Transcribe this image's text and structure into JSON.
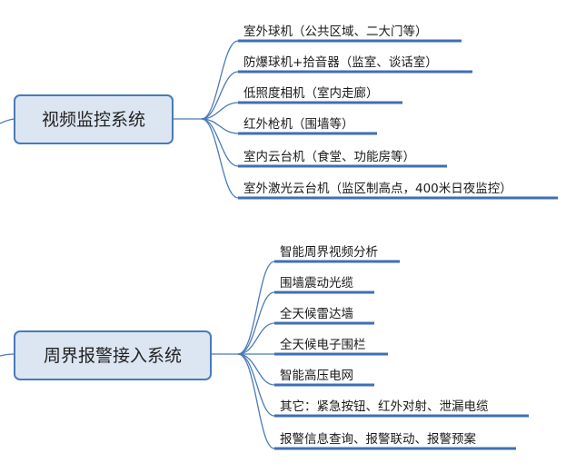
{
  "groups": [
    {
      "title": "视频监控系统",
      "items": [
        "室外球机（公共区域、二大门等）",
        "防爆球机+拾音器（监室、谈话室）",
        "低照度相机（室内走廊）",
        "红外枪机（围墙等）",
        "室内云台机（食堂、功能房等）",
        "室外激光云台机（监区制高点，400米日夜监控）"
      ]
    },
    {
      "title": "周界报警接入系统",
      "items": [
        "智能周界视频分析",
        "围墙震动光缆",
        "全天候雷达墙",
        "全天候电子围栏",
        "智能高压电网",
        "其它：紧急按钮、红外对射、泄漏电缆",
        "报警信息查询、报警联动、报警预案"
      ]
    }
  ],
  "colors": {
    "root_fill": "#dce6f2",
    "root_border": "#4a7ab8",
    "connector": "#4a7ab8",
    "leaf_underline": "#3f6fb5"
  }
}
